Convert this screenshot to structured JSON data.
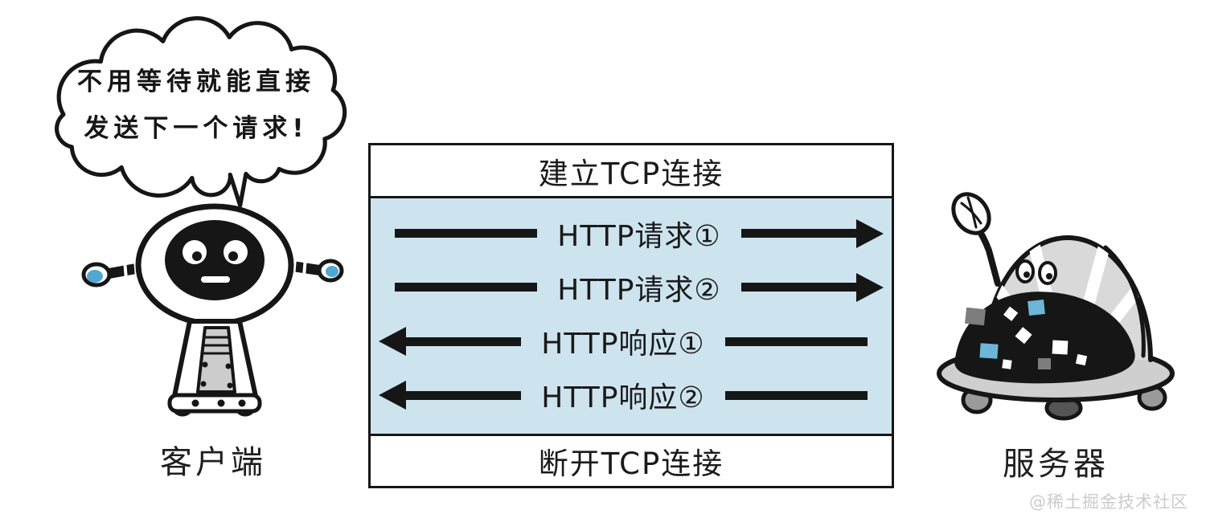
{
  "colors": {
    "background": "#ffffff",
    "panel_blue": "#cde4ef",
    "line_black": "#161616",
    "accent_blue": "#4fa8d3",
    "watermark_gray": "#cbcbcb"
  },
  "speech_bubble": {
    "line1": "不用等待就能直接",
    "line2": "发送下一个请求!"
  },
  "flow_box": {
    "header": "建立TCP连接",
    "footer": "断开TCP连接",
    "rows": [
      {
        "label": "HTTP请求①",
        "direction": "right"
      },
      {
        "label": "HTTP请求②",
        "direction": "right"
      },
      {
        "label": "HTTP响应①",
        "direction": "left"
      },
      {
        "label": "HTTP响应②",
        "direction": "left"
      }
    ]
  },
  "actors": {
    "client": {
      "label": "客户端",
      "icon": "robot-client"
    },
    "server": {
      "label": "服务器",
      "icon": "robot-server"
    }
  },
  "watermark": "@稀土掘金技术社区"
}
